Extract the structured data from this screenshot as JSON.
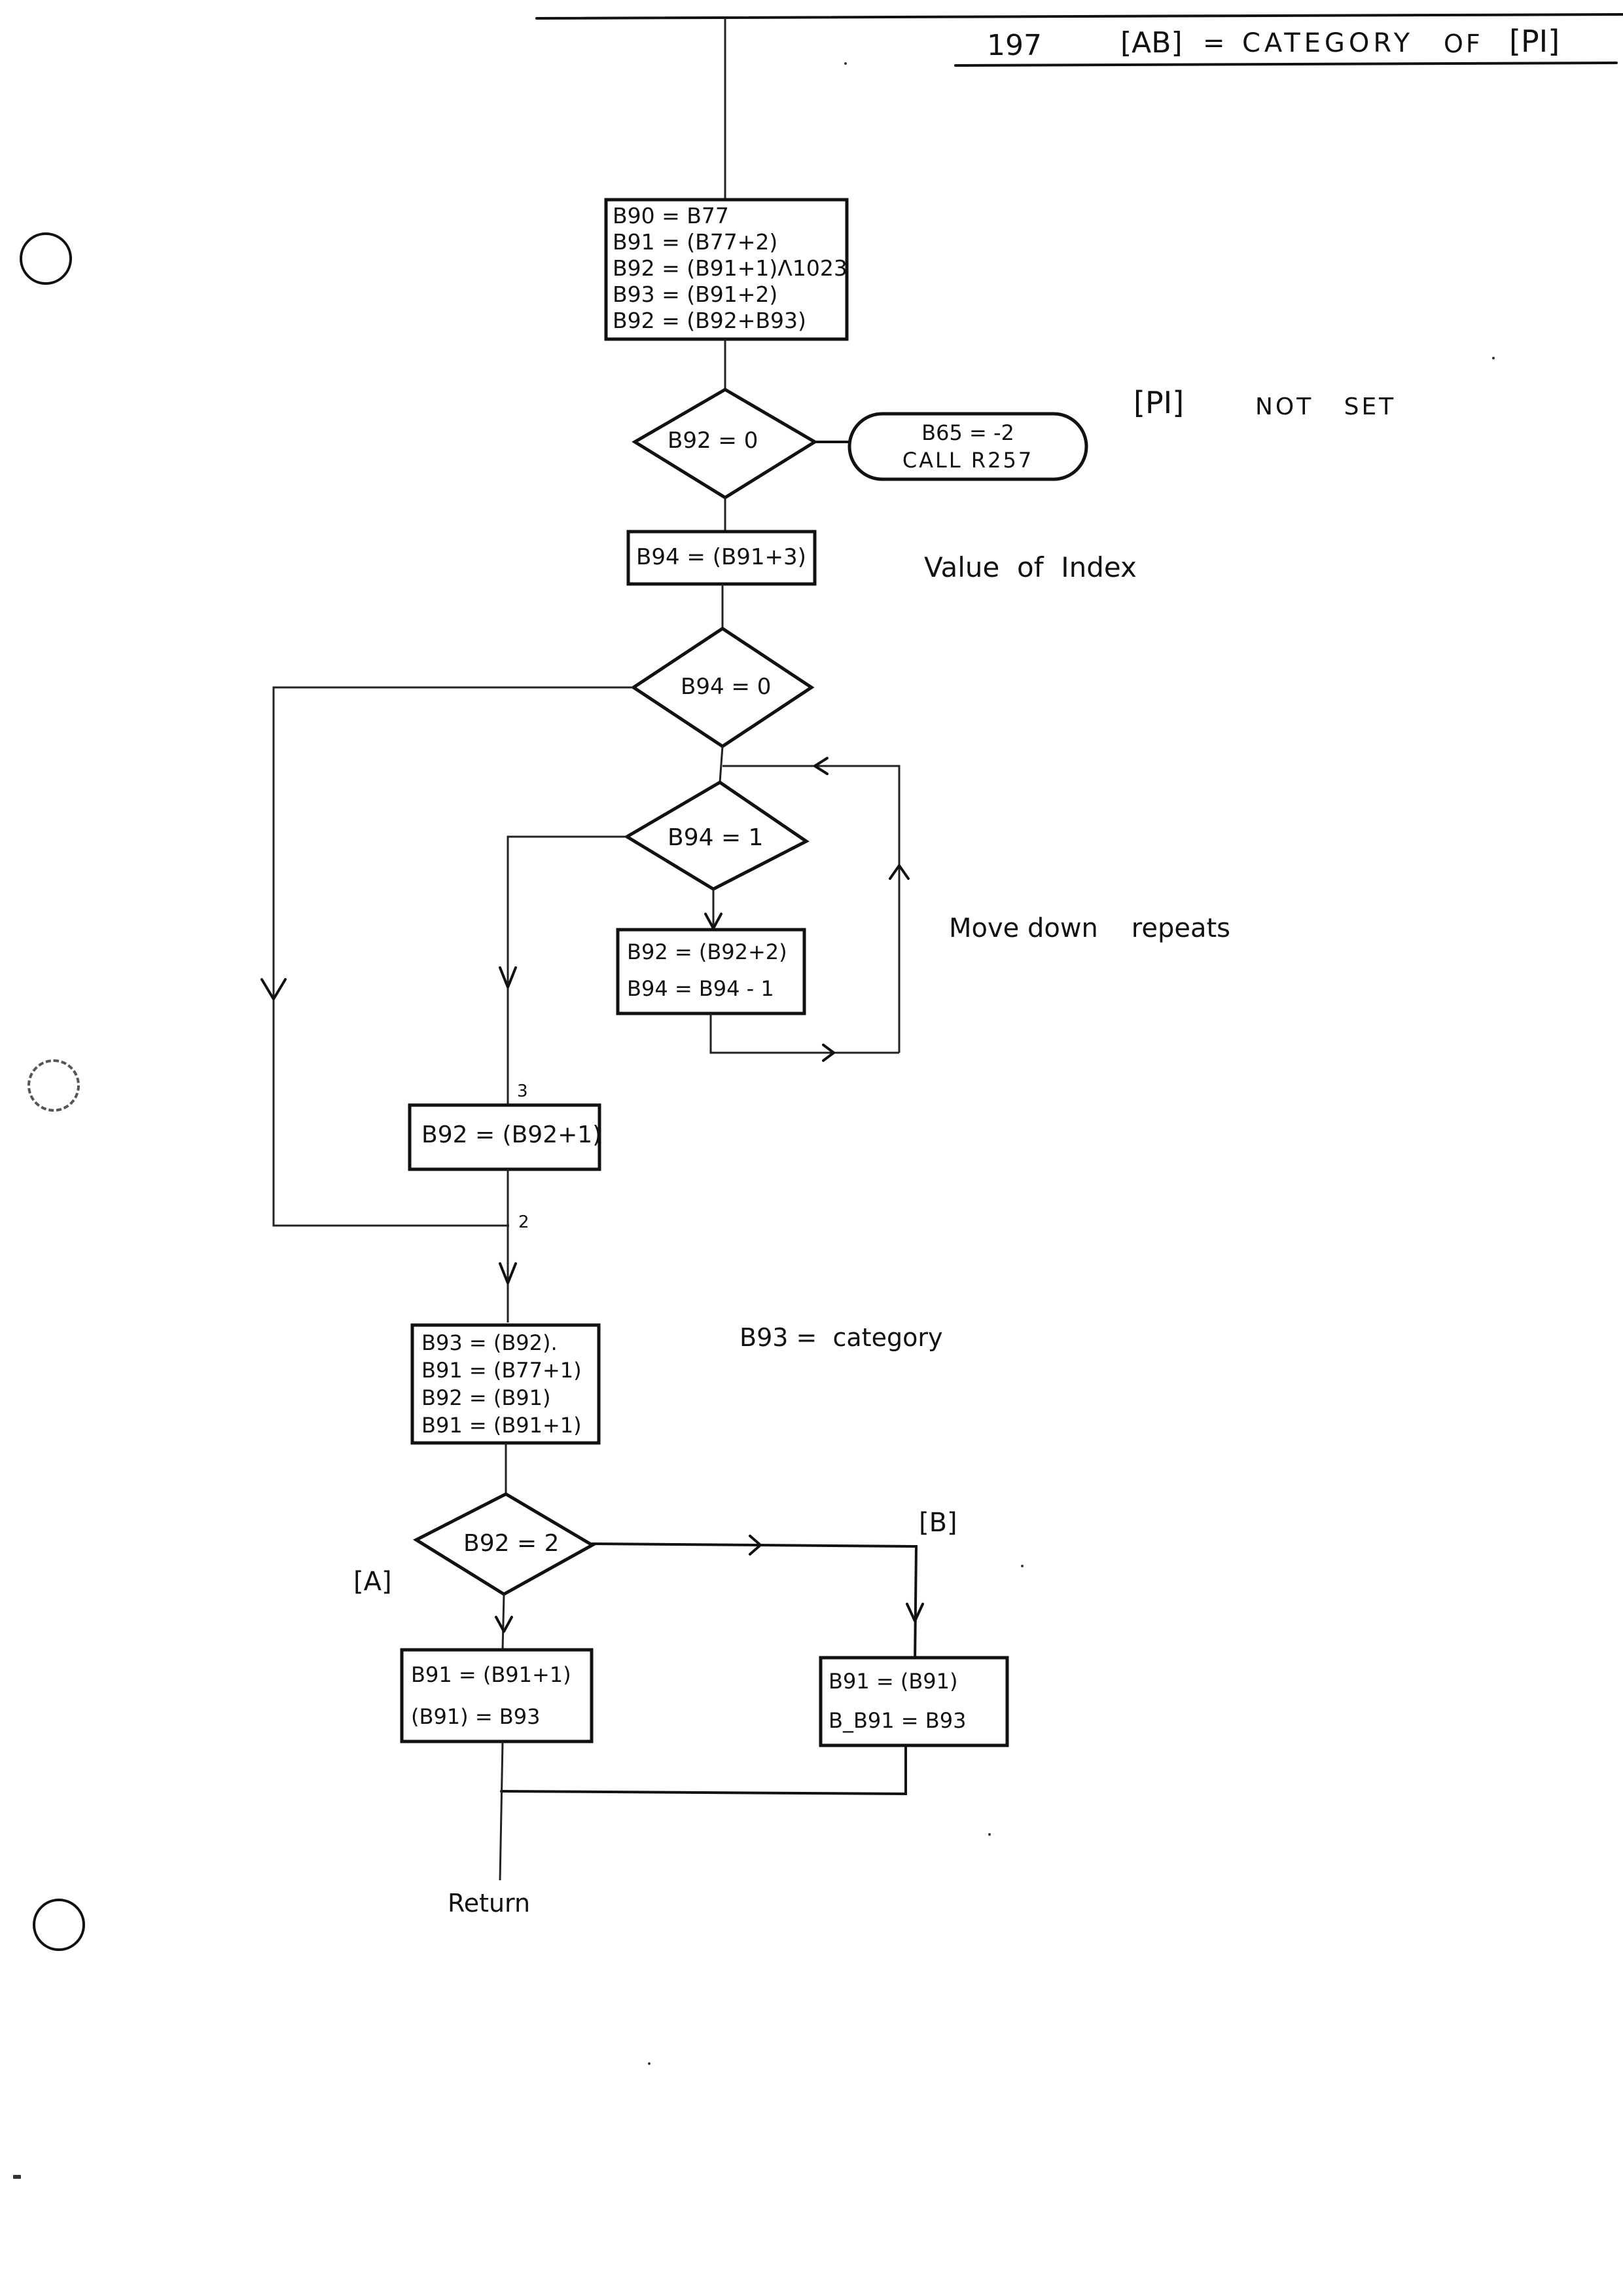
{
  "header": {
    "page_number": "197",
    "title_left": "[AB]",
    "title_eq": "=",
    "title_mid": "CATEGORY",
    "title_of": "OF",
    "title_right": "[PI]"
  },
  "flowchart": {
    "init_box": {
      "lines": [
        "B90 = B77",
        "B91 = (B77+2)",
        "B92 = (B91+1)Λ1023",
        "B93 = (B91+2)",
        "B92 = (B92+B93)"
      ]
    },
    "decision_b92_zero": {
      "label": "B92 = 0"
    },
    "error_terminal": {
      "lines": [
        "B65 = -2",
        "CALL R257"
      ]
    },
    "set_index_box": {
      "label": "B94 = (B91+3)"
    },
    "decision_b94_zero": {
      "label": "B94 = 0"
    },
    "decision_b94_one": {
      "label": "B94 = 1"
    },
    "loop_box": {
      "lines": [
        "B92 = (B92+2)",
        "B94 = B94 - 1"
      ]
    },
    "increment_box": {
      "label": "B92 = (B92+1)"
    },
    "connector_labels": {
      "three": "3",
      "two": "2"
    },
    "category_box": {
      "lines": [
        "B93 = (B92).",
        "B91 = (B77+1)",
        "B92 = (B91)",
        "B91 = (B91+1)"
      ]
    },
    "decision_b92_two": {
      "label": "B92 = 2"
    },
    "branch_a": {
      "tag": "[A]",
      "lines": [
        "B91 = (B91+1)",
        "(B91) = B93"
      ]
    },
    "branch_b": {
      "tag": "[B]",
      "lines": [
        "B91 = (B91)",
        "B_B91 = B93"
      ]
    },
    "end_label": "Return"
  },
  "annotations": {
    "pi_not_set": {
      "bracket": "[PI]",
      "text": "NOT   SET"
    },
    "value_of_index": "Value  of  Index",
    "move_down": "Move down    repeats",
    "b93_category": "B93 =  category"
  }
}
